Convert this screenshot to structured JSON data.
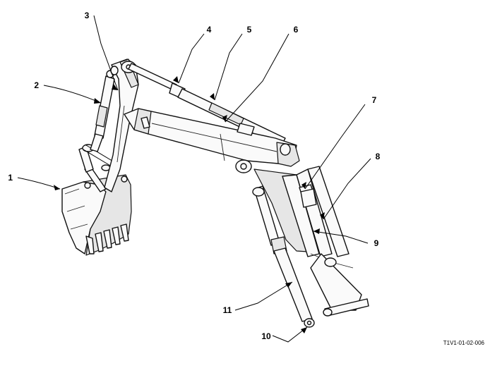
{
  "callouts": [
    {
      "id": "1",
      "label": "1"
    },
    {
      "id": "2",
      "label": "2"
    },
    {
      "id": "3",
      "label": "3"
    },
    {
      "id": "4",
      "label": "4"
    },
    {
      "id": "5",
      "label": "5"
    },
    {
      "id": "6",
      "label": "6"
    },
    {
      "id": "7",
      "label": "7"
    },
    {
      "id": "8",
      "label": "8"
    },
    {
      "id": "9",
      "label": "9"
    },
    {
      "id": "10",
      "label": "10"
    },
    {
      "id": "11",
      "label": "11"
    }
  ],
  "figure_id": "T1V1-01-02-006"
}
